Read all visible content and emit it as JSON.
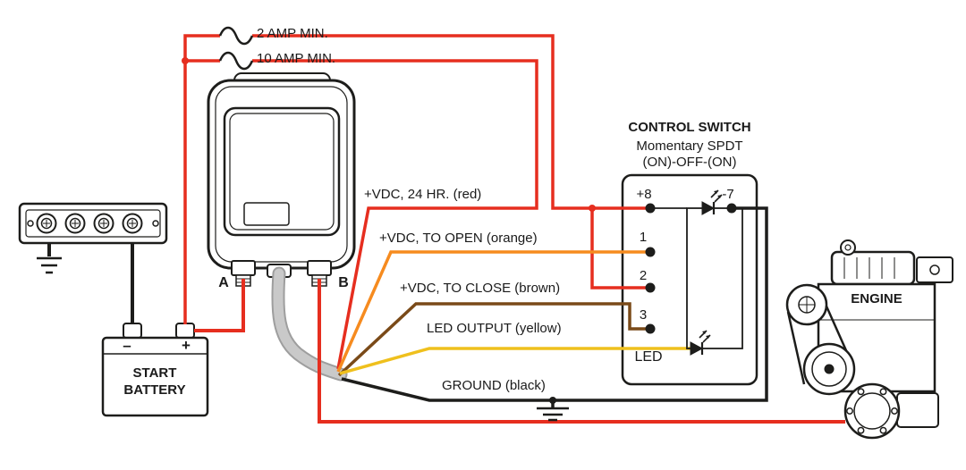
{
  "diagram": {
    "wire_labels": {
      "fuse_2amp": "2 AMP MIN.",
      "fuse_10amp": "10 AMP MIN.",
      "vdc_24hr": "+VDC, 24 HR. (red)",
      "vdc_open": "+VDC, TO OPEN (orange)",
      "vdc_close": "+VDC, TO CLOSE (brown)",
      "led_output": "LED OUTPUT (yellow)",
      "ground": "GROUND (black)"
    },
    "control_switch": {
      "title": "CONTROL SWITCH",
      "type_line1": "Momentary SPDT",
      "type_line2": "(ON)-OFF-(ON)",
      "terminal_plus8": "+8",
      "terminal_minus7": "-7",
      "terminal_1": "1",
      "terminal_2": "2",
      "terminal_3": "3",
      "terminal_led": "LED"
    },
    "relay": {
      "terminal_a": "A",
      "terminal_b": "B"
    },
    "battery": {
      "name_line1": "START",
      "name_line2": "BATTERY",
      "negative_sign": "–",
      "positive_sign": "+"
    },
    "engine": {
      "label": "ENGINE"
    },
    "wire_colors": {
      "red": "#e62e1f",
      "orange": "#f68b1f",
      "brown": "#7a4a18",
      "yellow": "#efc01d",
      "black": "#1d1d1b",
      "cable_gray": "#c9c9c9"
    }
  }
}
